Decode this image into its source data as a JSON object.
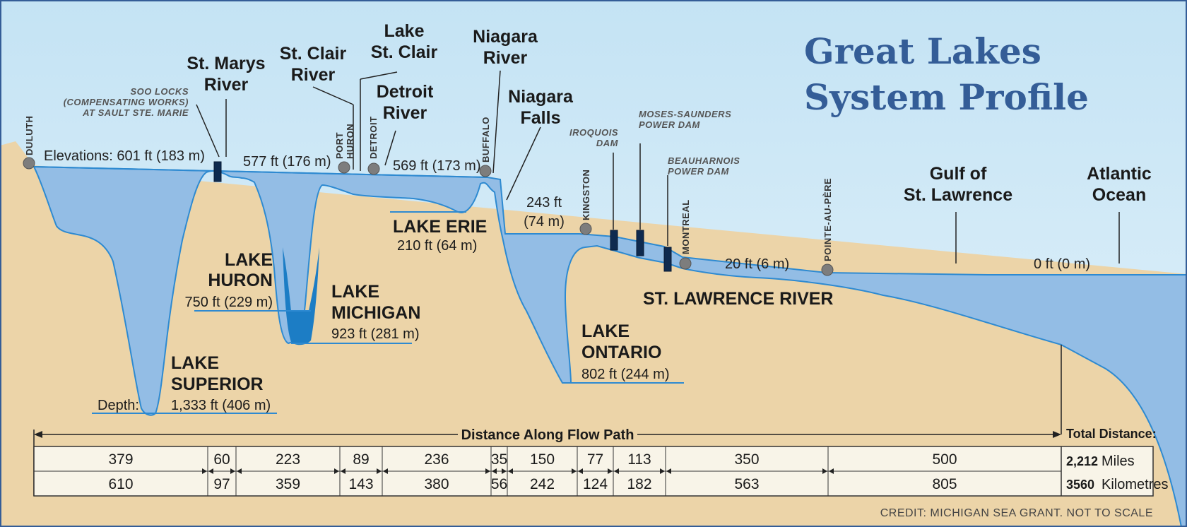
{
  "title": {
    "line1": "Great Lakes",
    "line2": "System Profile"
  },
  "elevation_label": "Elevations: 601 ft (183 m)",
  "depth_label": "Depth:",
  "elevations": {
    "superior": "601 ft (183 m)",
    "huron_michigan": "577 ft (176 m)",
    "erie": "569 ft (173 m)",
    "ontario_line1": "243 ft",
    "ontario_line2": "(74 m)",
    "st_lawrence": "20 ft (6 m)",
    "ocean": "0 ft (0 m)"
  },
  "lakes": {
    "superior": {
      "name1": "LAKE",
      "name2": "SUPERIOR",
      "depth": "1,333 ft (406 m)"
    },
    "huron": {
      "name1": "LAKE",
      "name2": "HURON",
      "depth": "750 ft (229 m)"
    },
    "michigan": {
      "name1": "LAKE",
      "name2": "MICHIGAN",
      "depth": "923 ft (281 m)"
    },
    "erie": {
      "name1": "LAKE ERIE",
      "depth": "210 ft (64 m)"
    },
    "ontario": {
      "name1": "LAKE",
      "name2": "ONTARIO",
      "depth": "802 ft (244 m)"
    }
  },
  "rivers": {
    "st_marys": {
      "line1": "St. Marys",
      "line2": "River"
    },
    "st_clair": {
      "line1": "St. Clair",
      "line2": "River"
    },
    "lake_st_clair": {
      "line1": "Lake",
      "line2": "St. Clair"
    },
    "detroit": {
      "line1": "Detroit",
      "line2": "River"
    },
    "niagara_river": {
      "line1": "Niagara",
      "line2": "River"
    },
    "niagara_falls": {
      "line1": "Niagara",
      "line2": "Falls"
    },
    "st_lawrence": "ST. LAWRENCE RIVER",
    "gulf": {
      "line1": "Gulf of",
      "line2": "St. Lawrence"
    },
    "atlantic": {
      "line1": "Atlantic",
      "line2": "Ocean"
    }
  },
  "cities": {
    "duluth": "DULUTH",
    "port_huron1": "PORT",
    "port_huron2": "HURON",
    "detroit": "DETROIT",
    "buffalo": "BUFFALO",
    "kingston": "KINGSTON",
    "montreal": "MONTREAL",
    "pointe_au_pere": "POINTE-AU-PÈRE"
  },
  "dams": {
    "soo1": "SOO LOCKS",
    "soo2": "(COMPENSATING WORKS)",
    "soo3": "AT SAULT STE. MARIE",
    "iroquois1": "IROQUOIS",
    "iroquois2": "DAM",
    "moses1": "MOSES-SAUNDERS",
    "moses2": "POWER DAM",
    "beau1": "BEAUHARNOIS",
    "beau2": "POWER DAM"
  },
  "distance": {
    "label": "Distance Along Flow Path",
    "total_label": "Total Distance:",
    "total_miles": "2,212",
    "miles_unit": "Miles",
    "total_km": "3560",
    "km_unit": "Kilometres",
    "segments": [
      {
        "mi": "379",
        "km": "610"
      },
      {
        "mi": "60",
        "km": "97"
      },
      {
        "mi": "223",
        "km": "359"
      },
      {
        "mi": "89",
        "km": "143"
      },
      {
        "mi": "236",
        "km": "380"
      },
      {
        "mi": "35",
        "km": "56"
      },
      {
        "mi": "150",
        "km": "242"
      },
      {
        "mi": "77",
        "km": "124"
      },
      {
        "mi": "113",
        "km": "182"
      },
      {
        "mi": "350",
        "km": "563"
      },
      {
        "mi": "500",
        "km": "805"
      }
    ]
  },
  "credit": "CREDIT: MICHIGAN SEA GRANT. NOT TO SCALE",
  "colors": {
    "sky_top": "#c4e3f4",
    "sky_bottom": "#e4f3fb",
    "land": "#ecd4a8",
    "water": "#93bde5",
    "water_deep": "#1c7dc5",
    "water_line": "#2e8ad1",
    "title": "#345d97",
    "border": "#345d97",
    "table_bg": "#f8f4e8"
  }
}
